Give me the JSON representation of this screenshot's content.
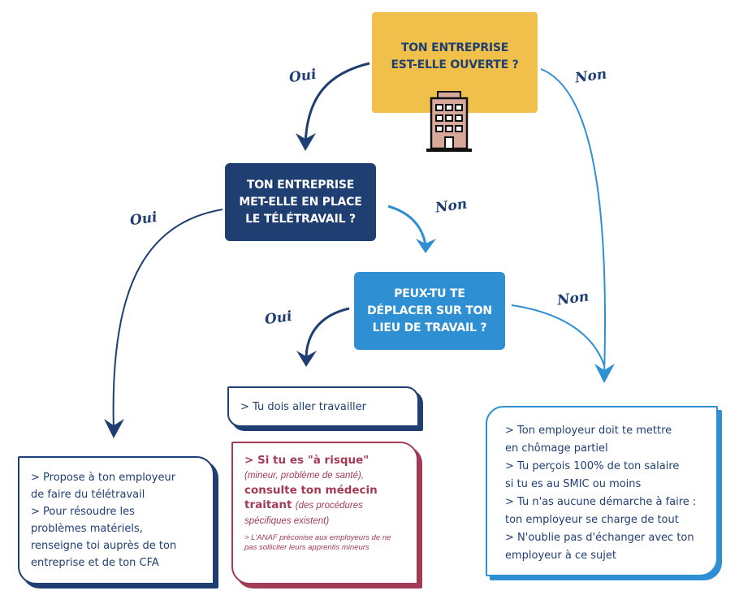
{
  "questions": {
    "q1": [
      "TON ENTREPRISE",
      "EST-ELLE OUVERTE ?"
    ],
    "q2": [
      "TON ENTREPRISE",
      "MET-ELLE EN PLACE",
      "LE TÉLÉTRAVAIL ?"
    ],
    "q3": [
      "PEUX-TU TE",
      "DÉPLACER SUR TON",
      "LIEU DE TRAVAIL ?"
    ]
  },
  "labels": {
    "oui": "Oui",
    "non": "Non"
  },
  "boxes": {
    "teletravail": [
      "> Propose à ton employeur",
      "de faire du télétravail",
      "> Pour résoudre les",
      "problèmes matériels,",
      "renseigne toi auprès de ton",
      "entreprise et de ton CFA"
    ],
    "aller_travailler": "> Tu dois aller travailler",
    "risque": {
      "prefix": "> Si tu es \"à risque\"",
      "detail": "(mineur, problème de santé),",
      "consult": "consulte ton médecin traitant",
      "procedures": "(des procédures spécifiques existent)",
      "note": "> L'ANAF préconise aux employeurs de ne pas solliciter leurs apprentis mineurs"
    },
    "chomage": [
      "> Ton employeur doit te mettre",
      "en chômage partiel",
      "> Tu perçois 100% de ton salaire",
      "si tu es au SMIC ou moins",
      "> Tu n'as aucune démarche à faire :",
      "ton employeur se charge de tout",
      "> N'oublie pas d'échanger avec ton",
      "employeur à ce sujet"
    ]
  },
  "colors": {
    "yellow": "#f1c04b",
    "navy": "#1f3f73",
    "blue": "#2e8fd2",
    "crimson": "#a33b57"
  },
  "icons": [
    "building-icon"
  ]
}
